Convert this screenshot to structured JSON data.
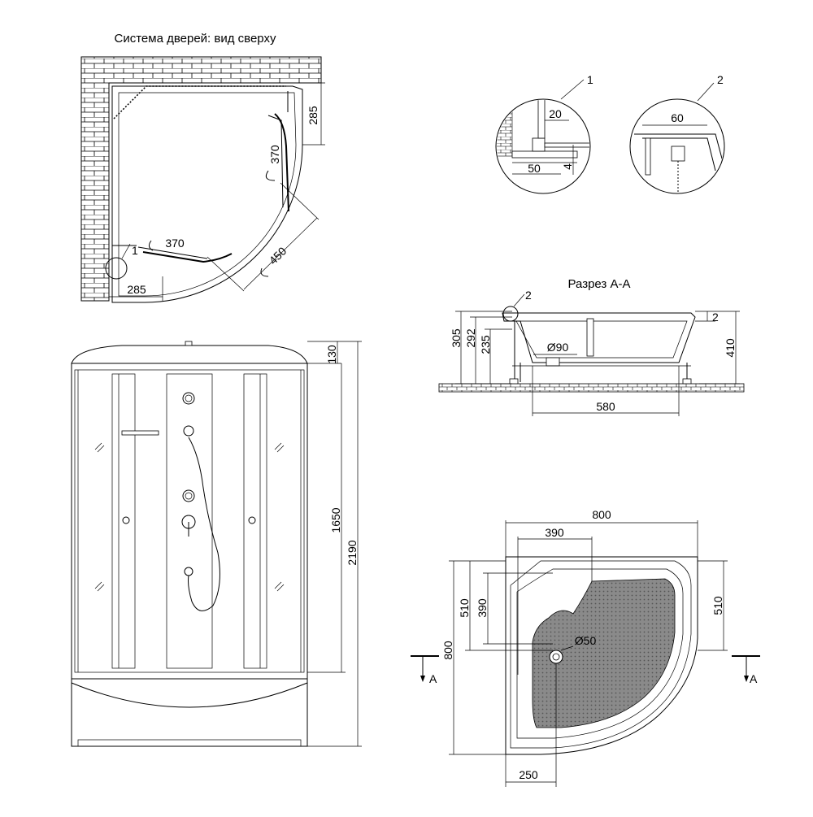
{
  "top_view": {
    "title": "Система дверей: вид сверху",
    "dims": {
      "side_y": "285",
      "side_x": "285",
      "door_right": "370",
      "door_bottom": "370",
      "opening": "450"
    },
    "callout": "1"
  },
  "detail_1": {
    "callout": "1",
    "dims": [
      "20",
      "50",
      "4"
    ]
  },
  "detail_2": {
    "callout": "2",
    "dims": [
      "60"
    ]
  },
  "section": {
    "title": "Разрез А-А",
    "callout": "2",
    "dims": {
      "d305": "305",
      "d292": "292",
      "d235": "235",
      "drain": "Ø90",
      "width": "580",
      "top": "2",
      "height": "410"
    }
  },
  "front_view": {
    "dims": {
      "roof": "130",
      "door": "1650",
      "total": "2190"
    }
  },
  "tray_plan": {
    "dims": {
      "width": "800",
      "inner_w": "390",
      "left_510": "510",
      "left_390": "390",
      "left_800": "800",
      "right_510": "510",
      "drain": "Ø50",
      "bottom": "250"
    },
    "section_marks": [
      "A",
      "A"
    ]
  },
  "colors": {
    "line": "#000000",
    "background": "#ffffff",
    "fill": "#888888"
  }
}
